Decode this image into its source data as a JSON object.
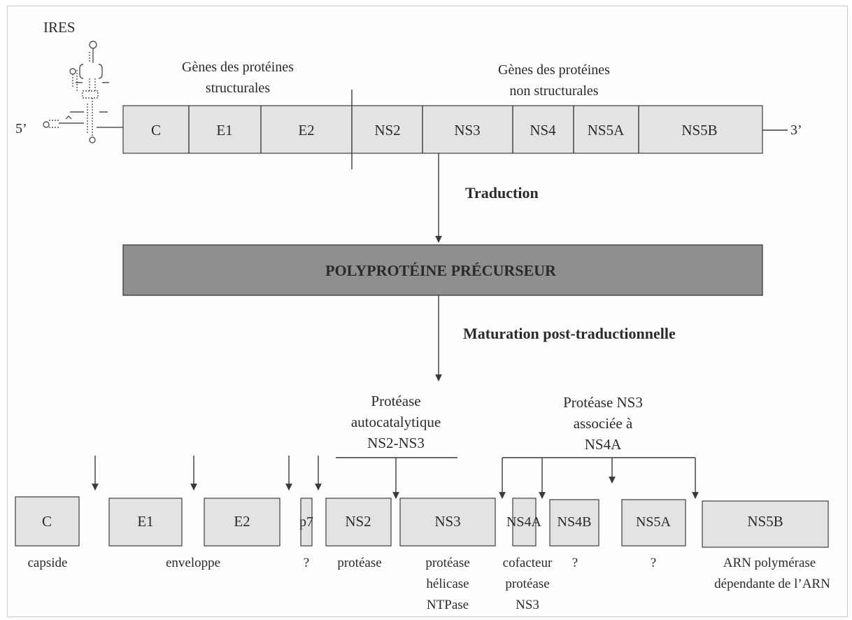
{
  "ires": {
    "label": "IRES"
  },
  "ends": {
    "five": "5’",
    "three": "3’"
  },
  "gene_groups": {
    "structural": [
      "Gènes des protéines",
      "structurales"
    ],
    "non_structural": [
      "Gènes des protéines",
      "non structurales"
    ]
  },
  "genome_segments": [
    "C",
    "E1",
    "E2",
    "NS2",
    "NS3",
    "NS4",
    "NS5A",
    "NS5B"
  ],
  "steps": {
    "translation": "Traduction",
    "maturation": "Maturation post-traductionnelle"
  },
  "polyprotein": {
    "label": "POLYPROTÉINE PRÉCURSEUR"
  },
  "proteases": {
    "ns2_ns3": [
      "Protéase",
      "autocatalytique",
      "NS2-NS3"
    ],
    "ns3_ns4a": [
      "Protéase NS3",
      "associée à",
      "NS4A"
    ]
  },
  "proteins": [
    {
      "name": "C",
      "function": [
        "capside"
      ]
    },
    {
      "name": "E1",
      "function": []
    },
    {
      "name": "E2",
      "function": []
    },
    {
      "name": "p7",
      "function": [
        "?"
      ]
    },
    {
      "name": "NS2",
      "function": [
        "protéase"
      ]
    },
    {
      "name": "NS3",
      "function": [
        "protéase",
        "hélicase",
        "NTPase"
      ]
    },
    {
      "name": "NS4A",
      "function": [
        "cofacteur",
        "protéase",
        "NS3"
      ]
    },
    {
      "name": "NS4B",
      "function": [
        "?"
      ]
    },
    {
      "name": "NS5A",
      "function": [
        "?"
      ]
    },
    {
      "name": "NS5B",
      "function": [
        "ARN polymérase",
        "dépendante de l’ARN"
      ]
    }
  ],
  "shared_labels": {
    "envelope": "enveloppe"
  },
  "colors": {
    "box_fill": "#e3e3e3",
    "polyprotein_fill": "#8f8f8f",
    "line": "#3a3a3a"
  }
}
